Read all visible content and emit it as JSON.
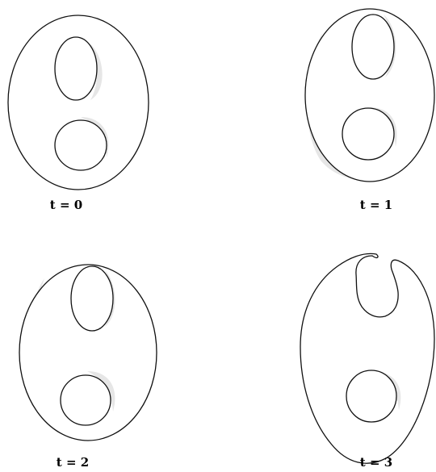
{
  "panels": [
    {
      "id": "t0",
      "label": "t = 0"
    },
    {
      "id": "t1",
      "label": "t = 1"
    },
    {
      "id": "t2",
      "label": "t = 2"
    },
    {
      "id": "t3",
      "label": "t = 3"
    }
  ]
}
